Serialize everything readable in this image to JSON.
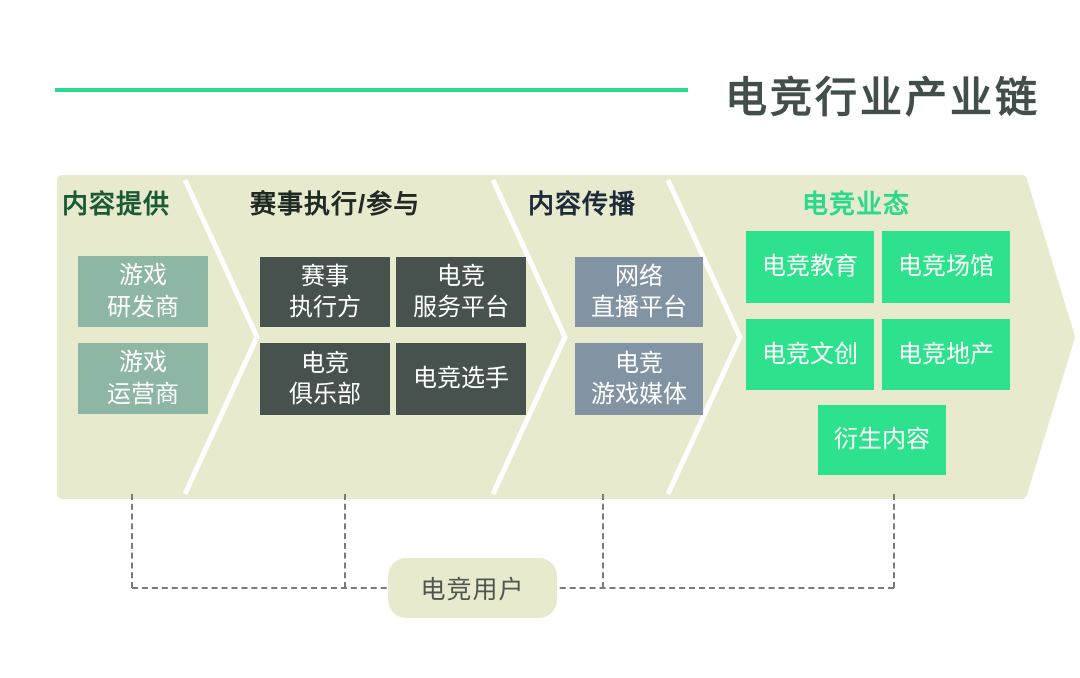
{
  "header": {
    "title": "电竞行业产业链"
  },
  "colors": {
    "accent": "#2bd98c",
    "beige": "#e8eace",
    "sage": "#8db6a4",
    "darknode": "#47514d",
    "bluegray": "#8294a3",
    "greennode": "#2ee28d",
    "dash": "#7a7a7a",
    "title": "#414e4a",
    "h1": "#1c5a36",
    "h2": "#202a24",
    "h3": "#1d2b3a",
    "usertext": "#4f564f"
  },
  "sections": [
    {
      "heading": "内容提供",
      "boxes": [
        {
          "label": "游戏\n研发商"
        },
        {
          "label": "游戏\n运营商"
        }
      ]
    },
    {
      "heading": "赛事执行/参与",
      "boxes": [
        {
          "label": "赛事\n执行方"
        },
        {
          "label": "电竞\n服务平台"
        },
        {
          "label": "电竞\n俱乐部"
        },
        {
          "label": "电竞选手"
        }
      ]
    },
    {
      "heading": "内容传播",
      "boxes": [
        {
          "label": "网络\n直播平台"
        },
        {
          "label": "电竞\n游戏媒体"
        }
      ]
    },
    {
      "heading": "电竞业态",
      "boxes": [
        {
          "label": "电竞教育"
        },
        {
          "label": "电竞场馆"
        },
        {
          "label": "电竞文创"
        },
        {
          "label": "电竞地产"
        },
        {
          "label": "衍生内容"
        }
      ]
    }
  ],
  "user_node": {
    "label": "电竞用户"
  }
}
